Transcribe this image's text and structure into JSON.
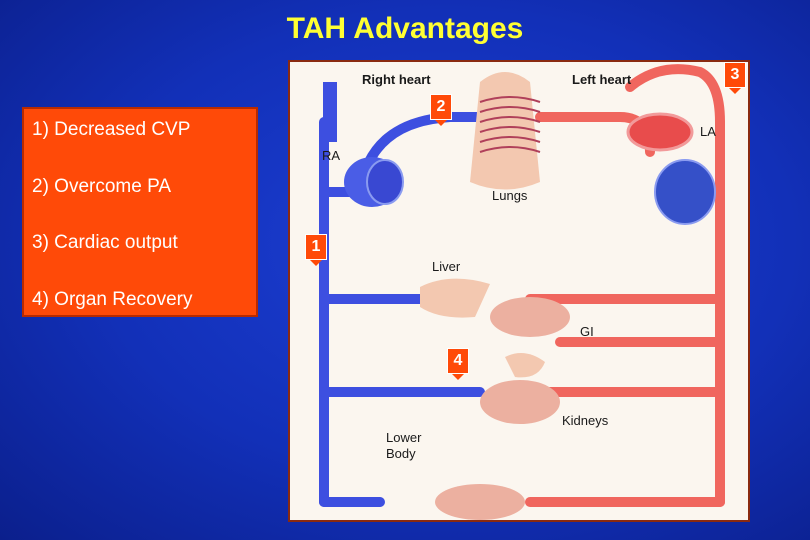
{
  "slide": {
    "title": "TAH Advantages"
  },
  "advantages": [
    "1)  Decreased CVP",
    "2)  Overcome PA",
    "3)  Cardiac output",
    "4)  Organ Recovery"
  ],
  "diagram": {
    "labels": {
      "right_heart": "Right heart",
      "left_heart": "Left heart",
      "ra": "RA",
      "la": "LA",
      "lungs": "Lungs",
      "liver": "Liver",
      "gi": "GI",
      "kidneys": "Kidneys",
      "lower_body_line1": "Lower",
      "lower_body_line2": "Body"
    },
    "badges": [
      "1",
      "2",
      "3",
      "4"
    ],
    "colors": {
      "venous": "#3d4fe0",
      "arterial": "#f0665e",
      "capillary": "#b0405a",
      "badge": "#ff4a08"
    }
  }
}
